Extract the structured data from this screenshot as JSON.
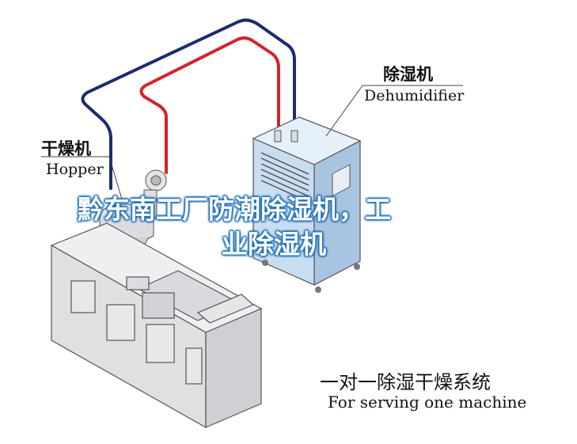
{
  "labels": {
    "dehumidifier_cn": "除湿机",
    "dehumidifier_en": "Dehumidifier",
    "hopper_cn": "干燥机",
    "hopper_en": "Hopper",
    "caption_cn": "一对一除湿干燥系统",
    "caption_en": "For serving one machine"
  },
  "overlay_title": {
    "line1": "黔东南工厂防潮除湿机，工",
    "line2": "业除湿机"
  },
  "colors": {
    "pipe_dark": "#1f2a6e",
    "pipe_red": "#d6222a",
    "cabinet": "#c9ddf0",
    "machine": "#e4e4e6",
    "title_glow": "#1d6fb8"
  }
}
